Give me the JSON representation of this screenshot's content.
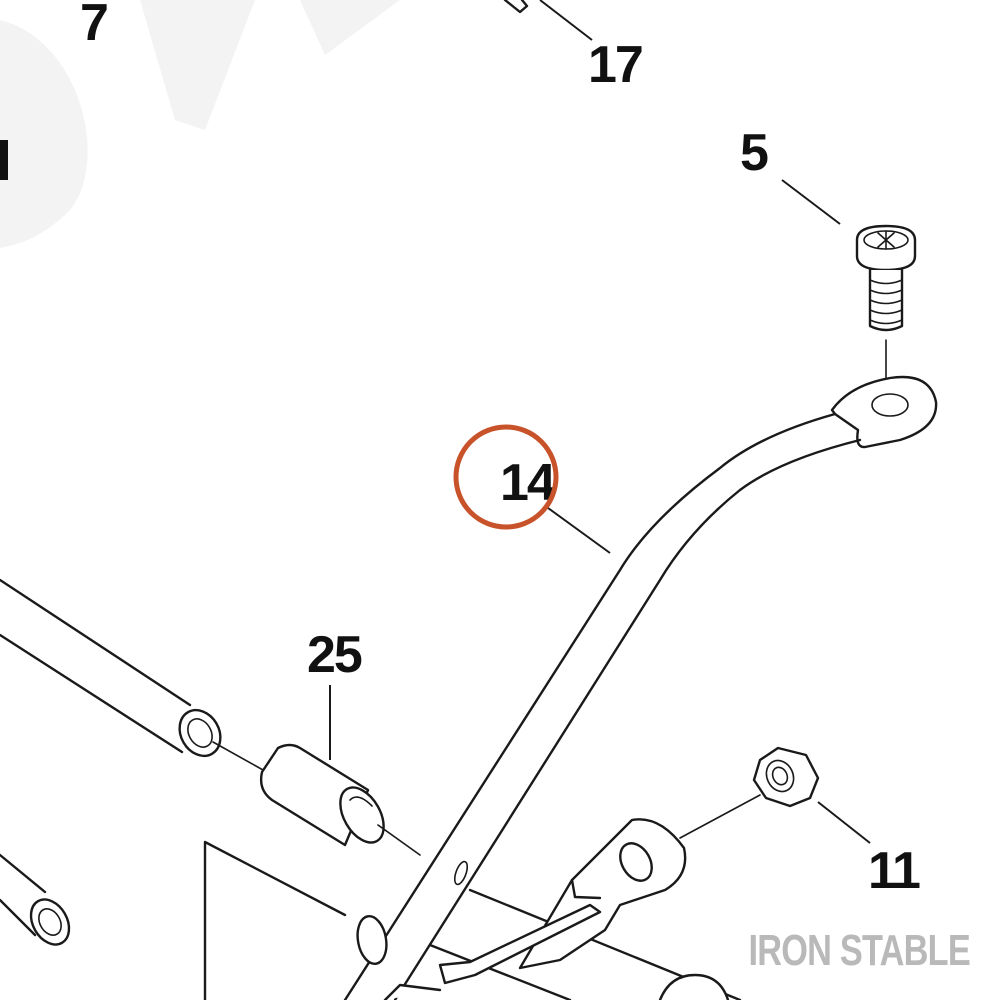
{
  "callouts": {
    "c7": "7",
    "c17": "17",
    "c5": "5",
    "c14": "14",
    "c25": "25",
    "c11": "11"
  },
  "watermark": "IRON STABLE",
  "colors": {
    "highlight": "#c8532b",
    "ink": "#1a1a1a",
    "watermark": "#b9b9b9",
    "bg_watermark": "#f3f3f3"
  }
}
